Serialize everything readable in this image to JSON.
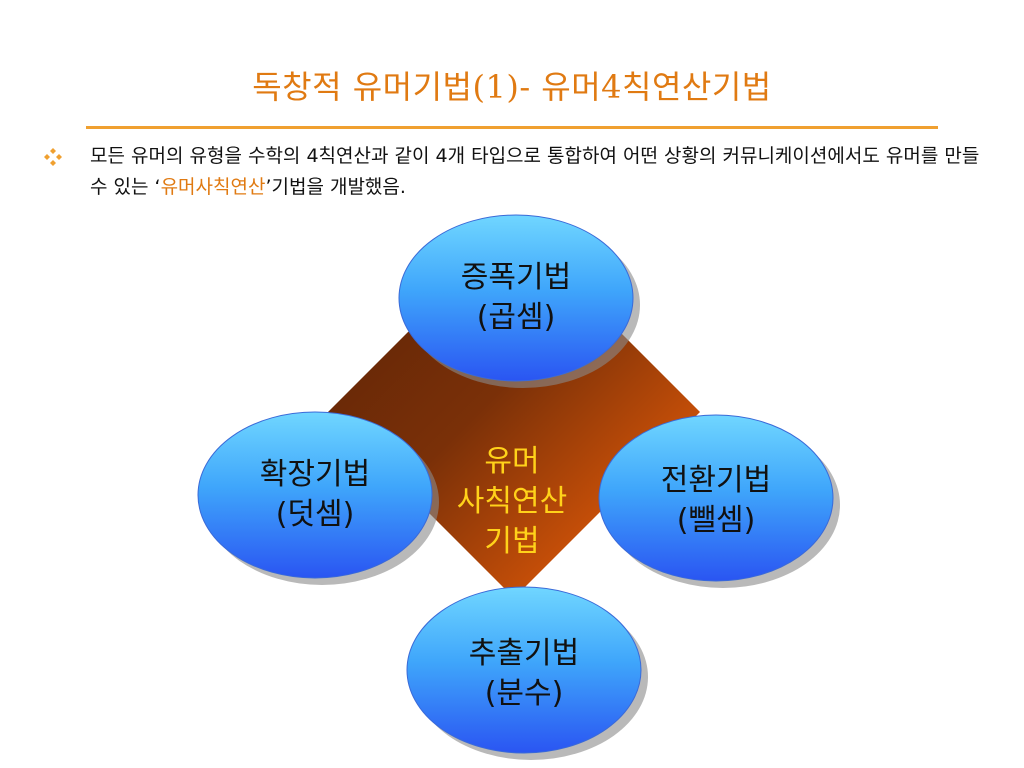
{
  "title": "독창적 유머기법(1)- 유머4칙연산기법",
  "bullet": {
    "text_before": "모든 유머의 유형을 수학의 4칙연산과 같이 4개 타입으로 통합하여 어떤 상황의 커뮤니케이션에서도 유머를 만들 수 있는 ‘",
    "highlight": "유머사칙연산",
    "text_after": "’기법을 개발했음."
  },
  "center": {
    "line1": "유머",
    "line2": "사칙연산",
    "line3": "기법"
  },
  "nodes": {
    "top": {
      "line1": "증폭기법",
      "line2": "(곱셈)"
    },
    "left": {
      "line1": "확장기법",
      "line2": "(덧셈)"
    },
    "right": {
      "line1": "전환기법",
      "line2": "(뺄셈)"
    },
    "bottom": {
      "line1": "추출기법",
      "line2": "(분수)"
    }
  },
  "colors": {
    "title": "#e07a12",
    "highlight": "#e07a12",
    "center_text": "#ffd21a",
    "diamond_dark": "#6a2a08",
    "diamond_light": "#d85a0a",
    "circle_top": "#6ad0ff",
    "circle_bottom": "#2f5ef5"
  },
  "icons": {
    "bullet": "diamond-cluster-icon"
  }
}
